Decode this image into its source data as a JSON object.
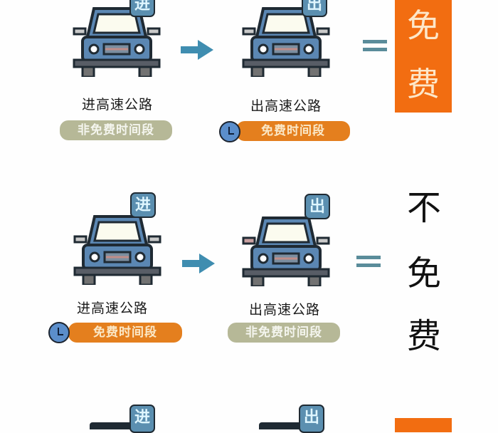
{
  "rows": [
    {
      "entry": {
        "badge": "进",
        "label": "进高速公路",
        "period": "非免费时间段",
        "period_style": "gray",
        "clock": false
      },
      "exit": {
        "badge": "出",
        "label": "出高速公路",
        "period": "免费时间段",
        "period_style": "orange",
        "clock": true
      },
      "result": {
        "chars": [
          "免",
          "费"
        ],
        "style": "orange-box"
      }
    },
    {
      "entry": {
        "badge": "进",
        "label": "进高速公路",
        "period": "免费时间段",
        "period_style": "orange",
        "clock": true
      },
      "exit": {
        "badge": "出",
        "label": "出高速公路",
        "period": "非免费时间段",
        "period_style": "gray",
        "clock": false
      },
      "result": {
        "chars": [
          "不",
          "免",
          "费"
        ],
        "style": "plain"
      }
    },
    {
      "entry": {
        "badge": "进"
      },
      "exit": {
        "badge": "出"
      }
    }
  ],
  "icons": {
    "car": "car-front-icon",
    "arrow": "arrow-right-icon",
    "equals": "equals-icon",
    "clock": "clock-icon"
  },
  "colors": {
    "car_body": "#5b87b3",
    "badge": "#5b8fb0",
    "arrow": "#3f8db0",
    "orange_pill": "#e47f1e",
    "gray_pill": "#b6b897",
    "result_orange": "#f26d11"
  }
}
